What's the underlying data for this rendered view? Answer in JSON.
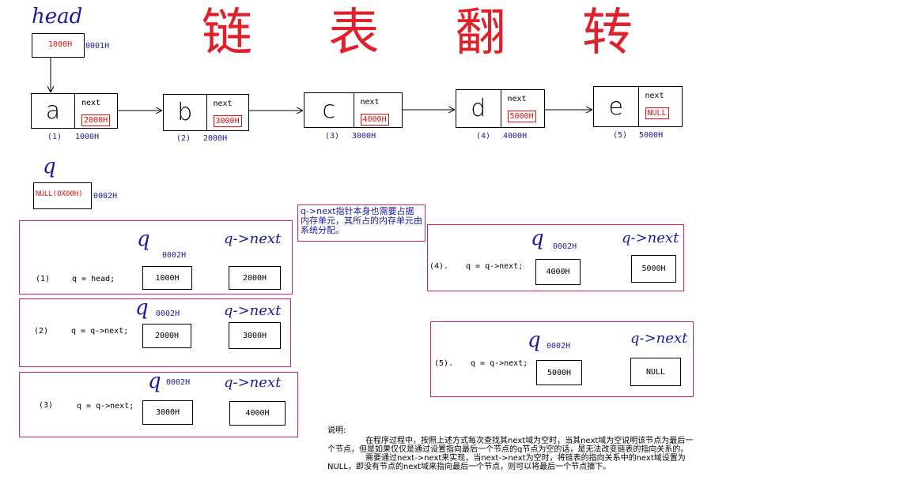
{
  "title": "链 表 翻 转",
  "head": {
    "label": "head",
    "value": "1000H",
    "address": "0001H"
  },
  "nodes": [
    {
      "letter": "a",
      "next_label": "next",
      "next_value": "2000H",
      "index": "(1)",
      "address": "1000H"
    },
    {
      "letter": "b",
      "next_label": "next",
      "next_value": "3000H",
      "index": "(2)",
      "address": "2000H"
    },
    {
      "letter": "c",
      "next_label": "next",
      "next_value": "4000H",
      "index": "(3)",
      "address": "3000H"
    },
    {
      "letter": "d",
      "next_label": "next",
      "next_value": "5000H",
      "index": "(4)",
      "address": "4000H"
    },
    {
      "letter": "e",
      "next_label": "next",
      "next_value": "NULL",
      "index": "(5)",
      "address": "5000H"
    }
  ],
  "q": {
    "label": "q",
    "value": "NULL(0X00H)",
    "address": "0002H"
  },
  "note": "q->next指针本身也需要占据内存单元，其所占的内存单元由系统分配。",
  "steps": [
    {
      "index": "(1)",
      "code": "q = head;",
      "q_label": "q",
      "q_addr": "0002H",
      "q_value": "1000H",
      "next_label": "q->next",
      "next_value": "2000H"
    },
    {
      "index": "(2)",
      "code": "q = q->next;",
      "q_label": "q",
      "q_addr": "0002H",
      "q_value": "2000H",
      "next_label": "q->next",
      "next_value": "3000H"
    },
    {
      "index": "(3)",
      "code": "q = q->next;",
      "q_label": "q",
      "q_addr": "0002H",
      "q_value": "3000H",
      "next_label": "q->next",
      "next_value": "4000H"
    },
    {
      "index": "(4).",
      "code": "q = q->next;",
      "q_label": "q",
      "q_addr": "0002H",
      "q_value": "4000H",
      "next_label": "q->next",
      "next_value": "5000H"
    },
    {
      "index": "(5).",
      "code": "q = q->next;",
      "q_label": "q",
      "q_addr": "0002H",
      "q_value": "5000H",
      "next_label": "q->next",
      "next_value": "NULL"
    }
  ],
  "explanation": {
    "heading": "说明:",
    "p1": "在程序过程中，按照上述方式每次查找其next域为空时，当其next域为空说明该节点为最后一个节点，但是如果仅仅是通过设置指向最后一个节点的q节点为空的话，是无法改变链表的指向关系的。",
    "p2": "需要通过next->next来实现，当next->next为空时，将链表的指向关系中的next域设置为NULL，即没有节点的next域来指向最后一个节点，则可以将最后一个节点摘下。"
  }
}
